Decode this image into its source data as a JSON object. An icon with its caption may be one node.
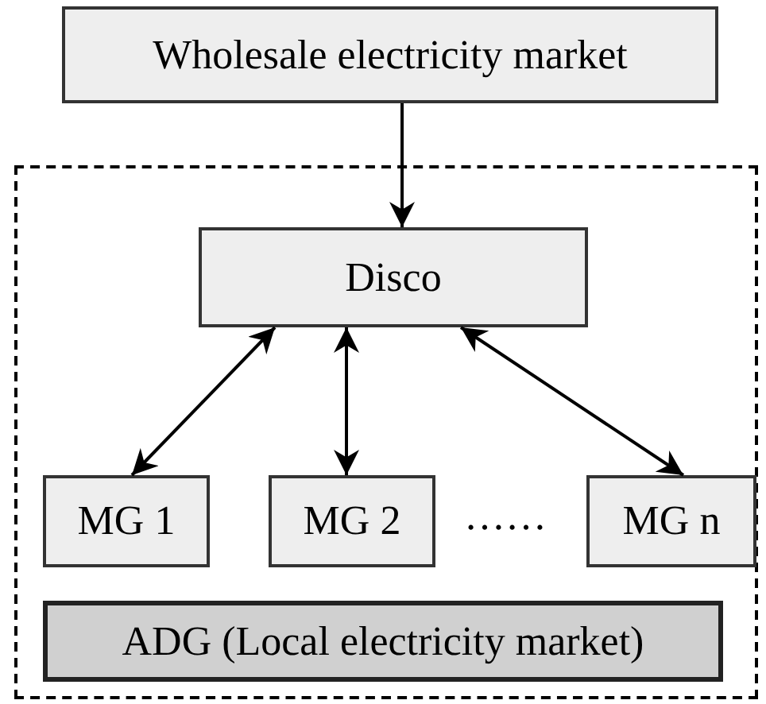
{
  "diagram": {
    "nodes": [
      {
        "text": [
          "Wholesale electricity market"
        ]
      },
      {
        "text": [],
        "shape": "box"
      },
      {
        "text": [
          "Disco"
        ],
        "in": 1
      },
      {
        "text": [
          "MG 1"
        ],
        "in": 1
      },
      {
        "text": [
          "MG 2"
        ],
        "in": 1
      },
      {
        "text": [
          "MG n"
        ],
        "in": 1
      },
      {
        "text": [
          "ADG (Local electricity market)"
        ],
        "in": 1
      }
    ],
    "edges": [
      {
        "from": 0,
        "to": 2,
        "arrow": "to"
      },
      {
        "from": 2,
        "to": 3,
        "arrow": "both"
      },
      {
        "from": 2,
        "to": 4,
        "arrow": "both"
      },
      {
        "from": 2,
        "to": 5,
        "arrow": "both"
      }
    ],
    "labels": [
      "……"
    ]
  }
}
